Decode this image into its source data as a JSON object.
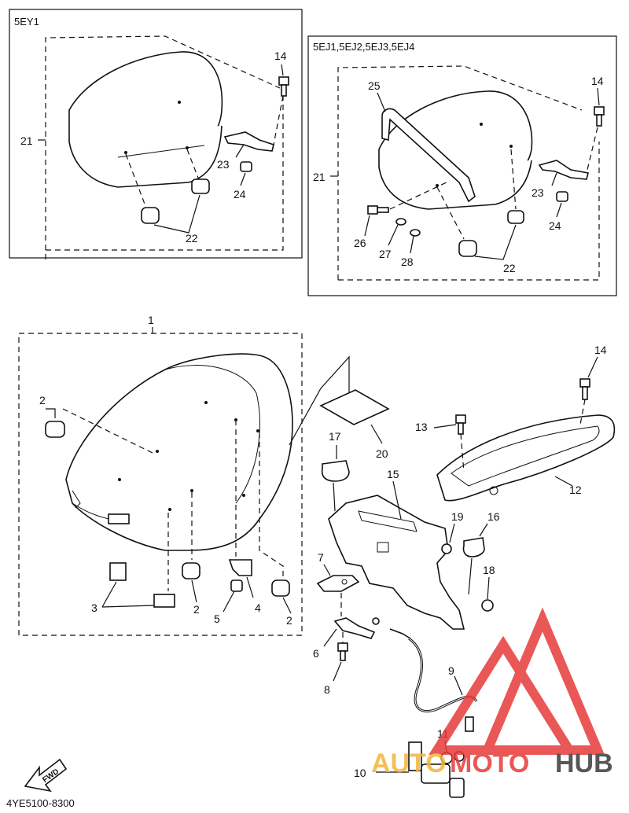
{
  "variants": {
    "top_left": "5EY1",
    "top_right": "5EJ1,5EJ2,5EJ3,5EJ4"
  },
  "callouts": {
    "p1": "1",
    "p2a": "2",
    "p2b": "2",
    "p2c": "2",
    "p3": "3",
    "p4": "4",
    "p5": "5",
    "p6": "6",
    "p7": "7",
    "p8": "8",
    "p9": "9",
    "p10": "10",
    "p11": "11",
    "p12": "12",
    "p13": "13",
    "p14a": "14",
    "p14b": "14",
    "p14c": "14",
    "p15": "15",
    "p16": "16",
    "p17": "17",
    "p18": "18",
    "p19": "19",
    "p20": "20",
    "p21a": "21",
    "p21b": "21",
    "p22a": "22",
    "p22b": "22",
    "p23a": "23",
    "p23b": "23",
    "p24a": "24",
    "p24b": "24",
    "p25": "25",
    "p26": "26",
    "p27": "27",
    "p28": "28"
  },
  "diagram_code": "4YE5100-8300",
  "direction_label": "FWD",
  "watermark": {
    "part1": "AUTO",
    "part2": "MOTO",
    "part3": "HUB",
    "color_red": "#e63a3a",
    "color_orange": "#f2b53a",
    "color_dark": "#3a3a3a"
  }
}
